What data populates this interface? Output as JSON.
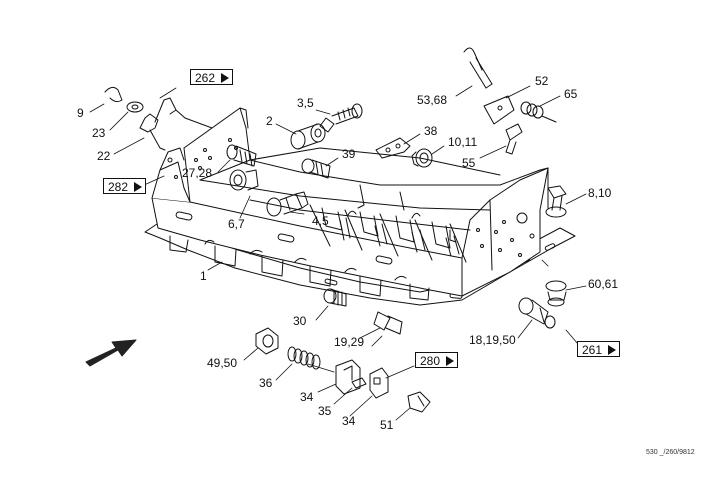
{
  "drawing_code": "530 _/260/9812",
  "page_refs": [
    "262",
    "282",
    "280",
    "261"
  ],
  "part_labels": [
    "9",
    "23",
    "22",
    "27,28",
    "2",
    "3,5",
    "38",
    "10,11",
    "39",
    "53,68",
    "52",
    "65",
    "55",
    "8,10",
    "6,7",
    "4,5",
    "1",
    "60,61",
    "30",
    "19,29",
    "18,19,50",
    "49,50",
    "36",
    "34",
    "35",
    "34",
    "51"
  ]
}
